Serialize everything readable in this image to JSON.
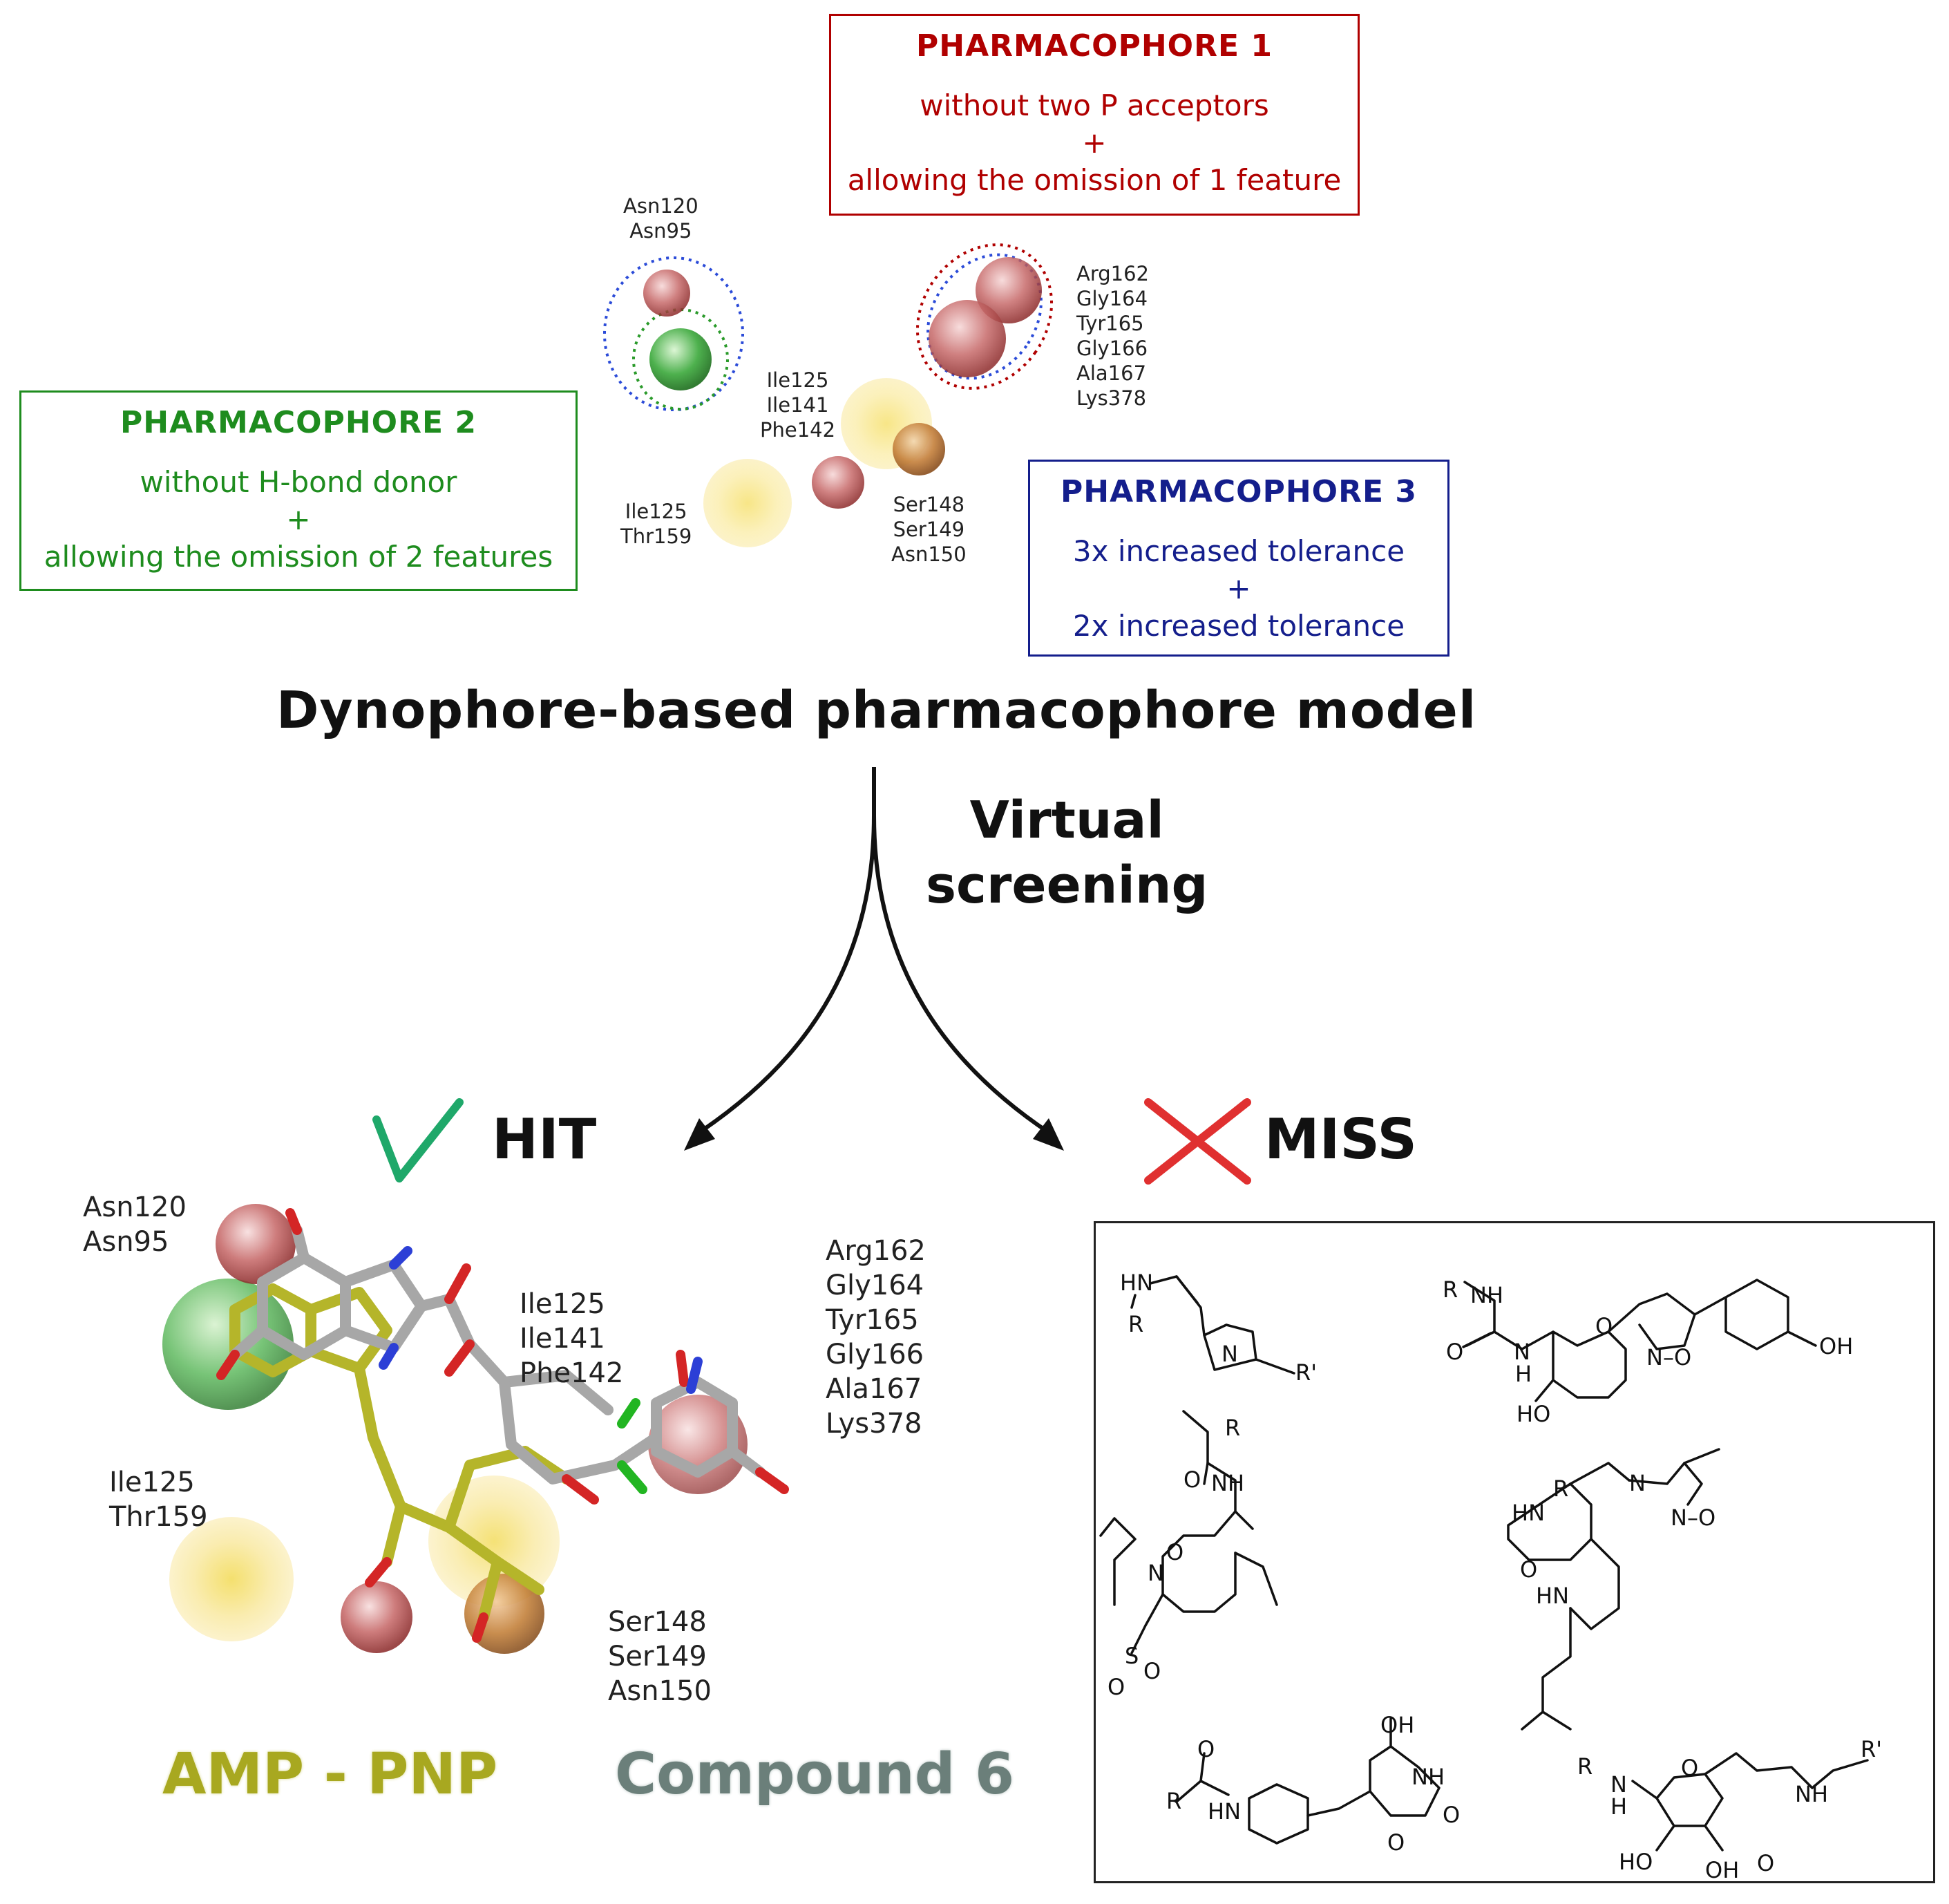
{
  "pharmacophores": {
    "p1": {
      "title": "PHARMACOPHORE 1",
      "line1": "without two P acceptors",
      "plus": "+",
      "line2": "allowing the omission of 1 feature",
      "color": "#b00000"
    },
    "p2": {
      "title": "PHARMACOPHORE 2",
      "line1": "without H-bond donor",
      "plus": "+",
      "line2": "allowing the omission of 2 features",
      "color": "#1e8c1e"
    },
    "p3": {
      "title": "PHARMACOPHORE 3",
      "line1": "3x increased tolerance",
      "plus": "+",
      "line2": "2x increased tolerance",
      "color": "#141e8c"
    }
  },
  "top_labels": {
    "asn": [
      "Asn120",
      "Asn95"
    ],
    "arg": [
      "Arg162",
      "Gly164",
      "Tyr165",
      "Gly166",
      "Ala167",
      "Lys378"
    ],
    "ile_mid": [
      "Ile125",
      "Ile141",
      "Phe142"
    ],
    "ile_low": [
      "Ile125",
      "Thr159"
    ],
    "ser": [
      "Ser148",
      "Ser149",
      "Asn150"
    ]
  },
  "model_title": "Dynophore-based pharmacophore model",
  "screening_label": [
    "Virtual",
    "screening"
  ],
  "hit_label": "HIT",
  "miss_label": "MISS",
  "bottom_labels": {
    "asn": [
      "Asn120",
      "Asn95"
    ],
    "ile_mid": [
      "Ile125",
      "Ile141",
      "Phe142"
    ],
    "arg": [
      "Arg162",
      "Gly164",
      "Tyr165",
      "Gly166",
      "Ala167",
      "Lys378"
    ],
    "ile_low": [
      "Ile125",
      "Thr159"
    ],
    "ser": [
      "Ser148",
      "Ser149",
      "Asn150"
    ]
  },
  "ligands": {
    "amp": "AMP - PNP",
    "amp_color": "#a8a820",
    "compound": "Compound 6",
    "compound_color": "#6b7f7a"
  },
  "miss_structures": {
    "s1": {
      "hn": "HN",
      "r": "R",
      "n": "N",
      "rp": "R'"
    },
    "s2": {
      "r": "R",
      "nh1": "NH",
      "o": "O",
      "n": "N",
      "h": "H",
      "ring_o": "O",
      "ho": "HO",
      "no": "N–O",
      "oh": "OH"
    },
    "s3": {
      "r": "R",
      "nh": "NH",
      "o": "O",
      "n": "N",
      "s": "S",
      "o2": "O",
      "o3": "O",
      "ome": "O"
    },
    "s4": {
      "r": "R",
      "hn": "HN",
      "o": "O",
      "hn2": "HN",
      "n": "N",
      "no": "N–O"
    },
    "s5": {
      "oh": "OH",
      "r": "R",
      "o": "O",
      "hn": "HN",
      "nh": "NH",
      "o2": "O",
      "ring_o": "O"
    },
    "s6": {
      "r": "R",
      "n": "N",
      "h": "H",
      "o": "O",
      "ho": "HO",
      "oh": "OH",
      "o2": "O",
      "nh": "NH",
      "rp": "R'"
    }
  }
}
